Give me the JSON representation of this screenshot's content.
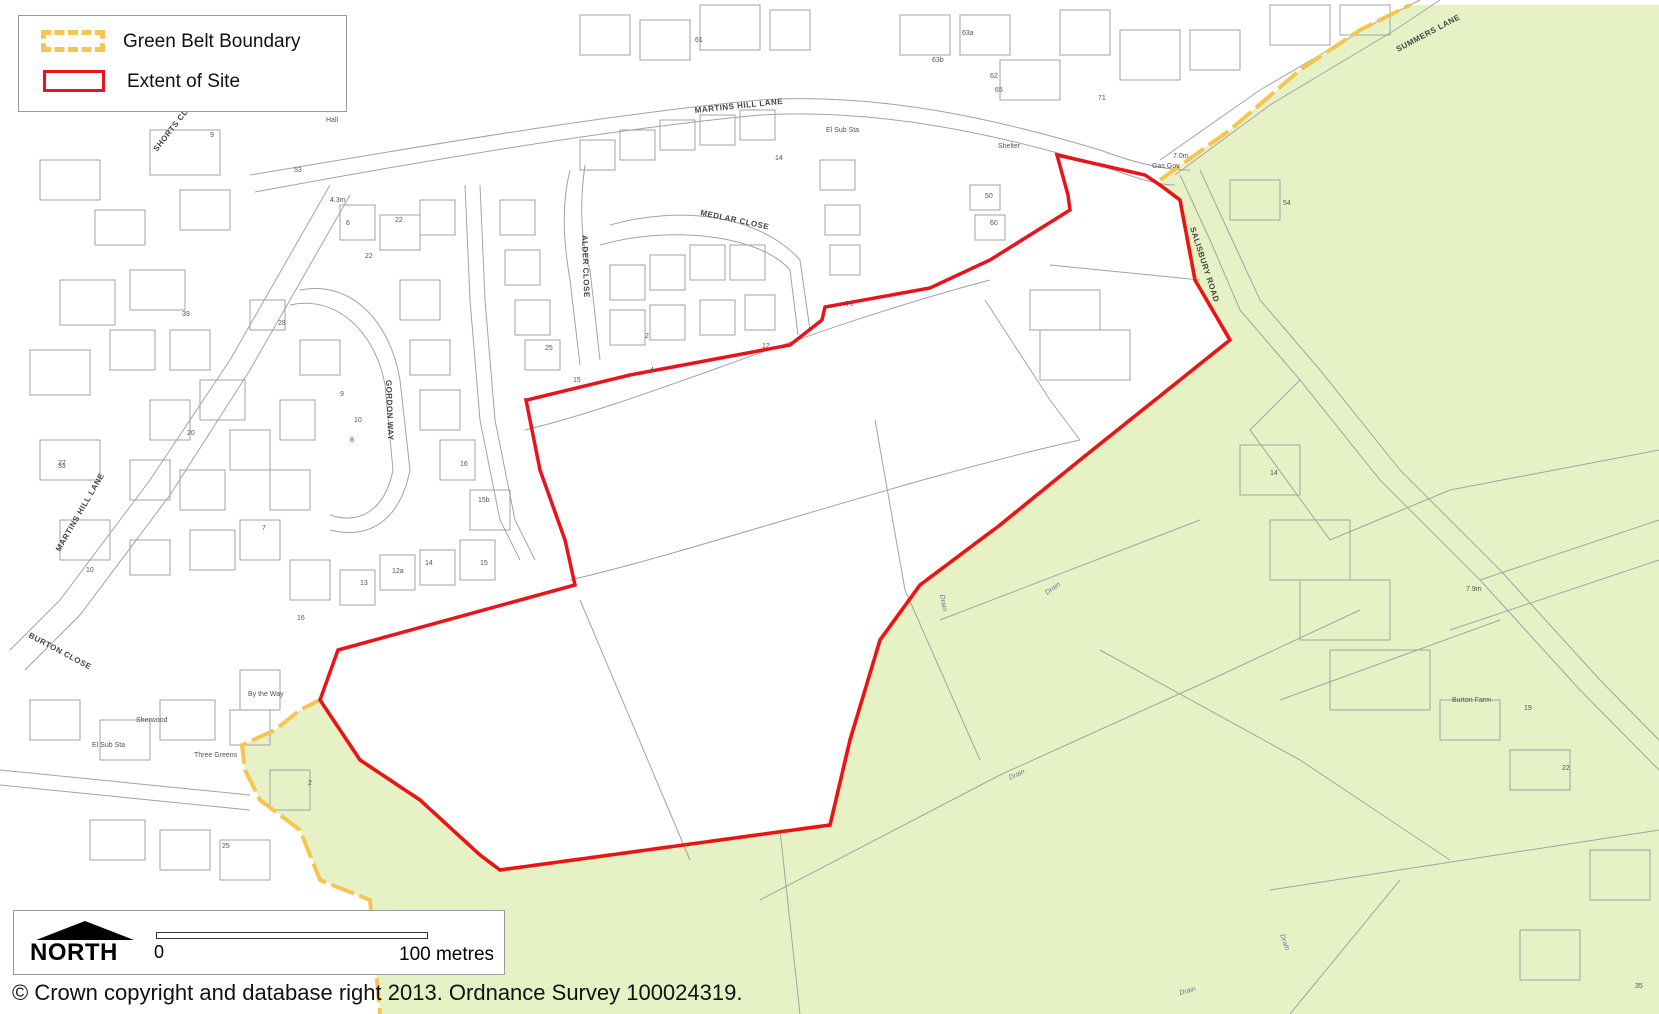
{
  "legend": {
    "items": [
      {
        "label": "Green Belt Boundary",
        "swatch": "dashed-orange-box",
        "color": "#f6c451"
      },
      {
        "label": "Extent of Site",
        "swatch": "red-outline-box",
        "color": "#e8141b"
      }
    ]
  },
  "map": {
    "colors": {
      "green_belt_fill": "#e6f2c6",
      "green_belt_boundary": "#f6c451",
      "site_boundary": "#e8141b",
      "linework": "#9b9b9b"
    },
    "road_labels": [
      "MARTINS HILL LANE",
      "MEDLAR CLOSE",
      "ALDER CLOSE",
      "GORDON WAY",
      "SALISBURY ROAD",
      "SUMMERS LANE",
      "SHORTS CL",
      "BURTON CLOSE",
      "MARTINS HILL LANE"
    ],
    "place_labels": [
      "El Sub Sta",
      "Shelter",
      "Gas Gov",
      "7.0m",
      "4.3m",
      "Sherwood",
      "El Sub Sta",
      "Three Greens",
      "Burton Farm",
      "7.9m",
      "Hall",
      "By the Way"
    ],
    "drain_labels": [
      "Drain",
      "Drain",
      "Drain",
      "Drain",
      "Drain"
    ],
    "house_numbers": [
      "61",
      "14",
      "63a",
      "63b",
      "62",
      "65",
      "71",
      "54",
      "14",
      "2",
      "4",
      "12",
      "15",
      "9",
      "53",
      "39",
      "33",
      "22",
      "28",
      "20",
      "27",
      "7",
      "10",
      "8",
      "9",
      "10",
      "15",
      "15b",
      "16",
      "13",
      "12a",
      "14",
      "16",
      "22",
      "25",
      "50",
      "60",
      "70",
      "6",
      "2",
      "25",
      "22",
      "19",
      "35"
    ]
  },
  "scale": {
    "north_label": "NORTH",
    "start_label": "0",
    "end_label": "100 metres"
  },
  "copyright": "© Crown copyright and database right 2013. Ordnance Survey 100024319."
}
